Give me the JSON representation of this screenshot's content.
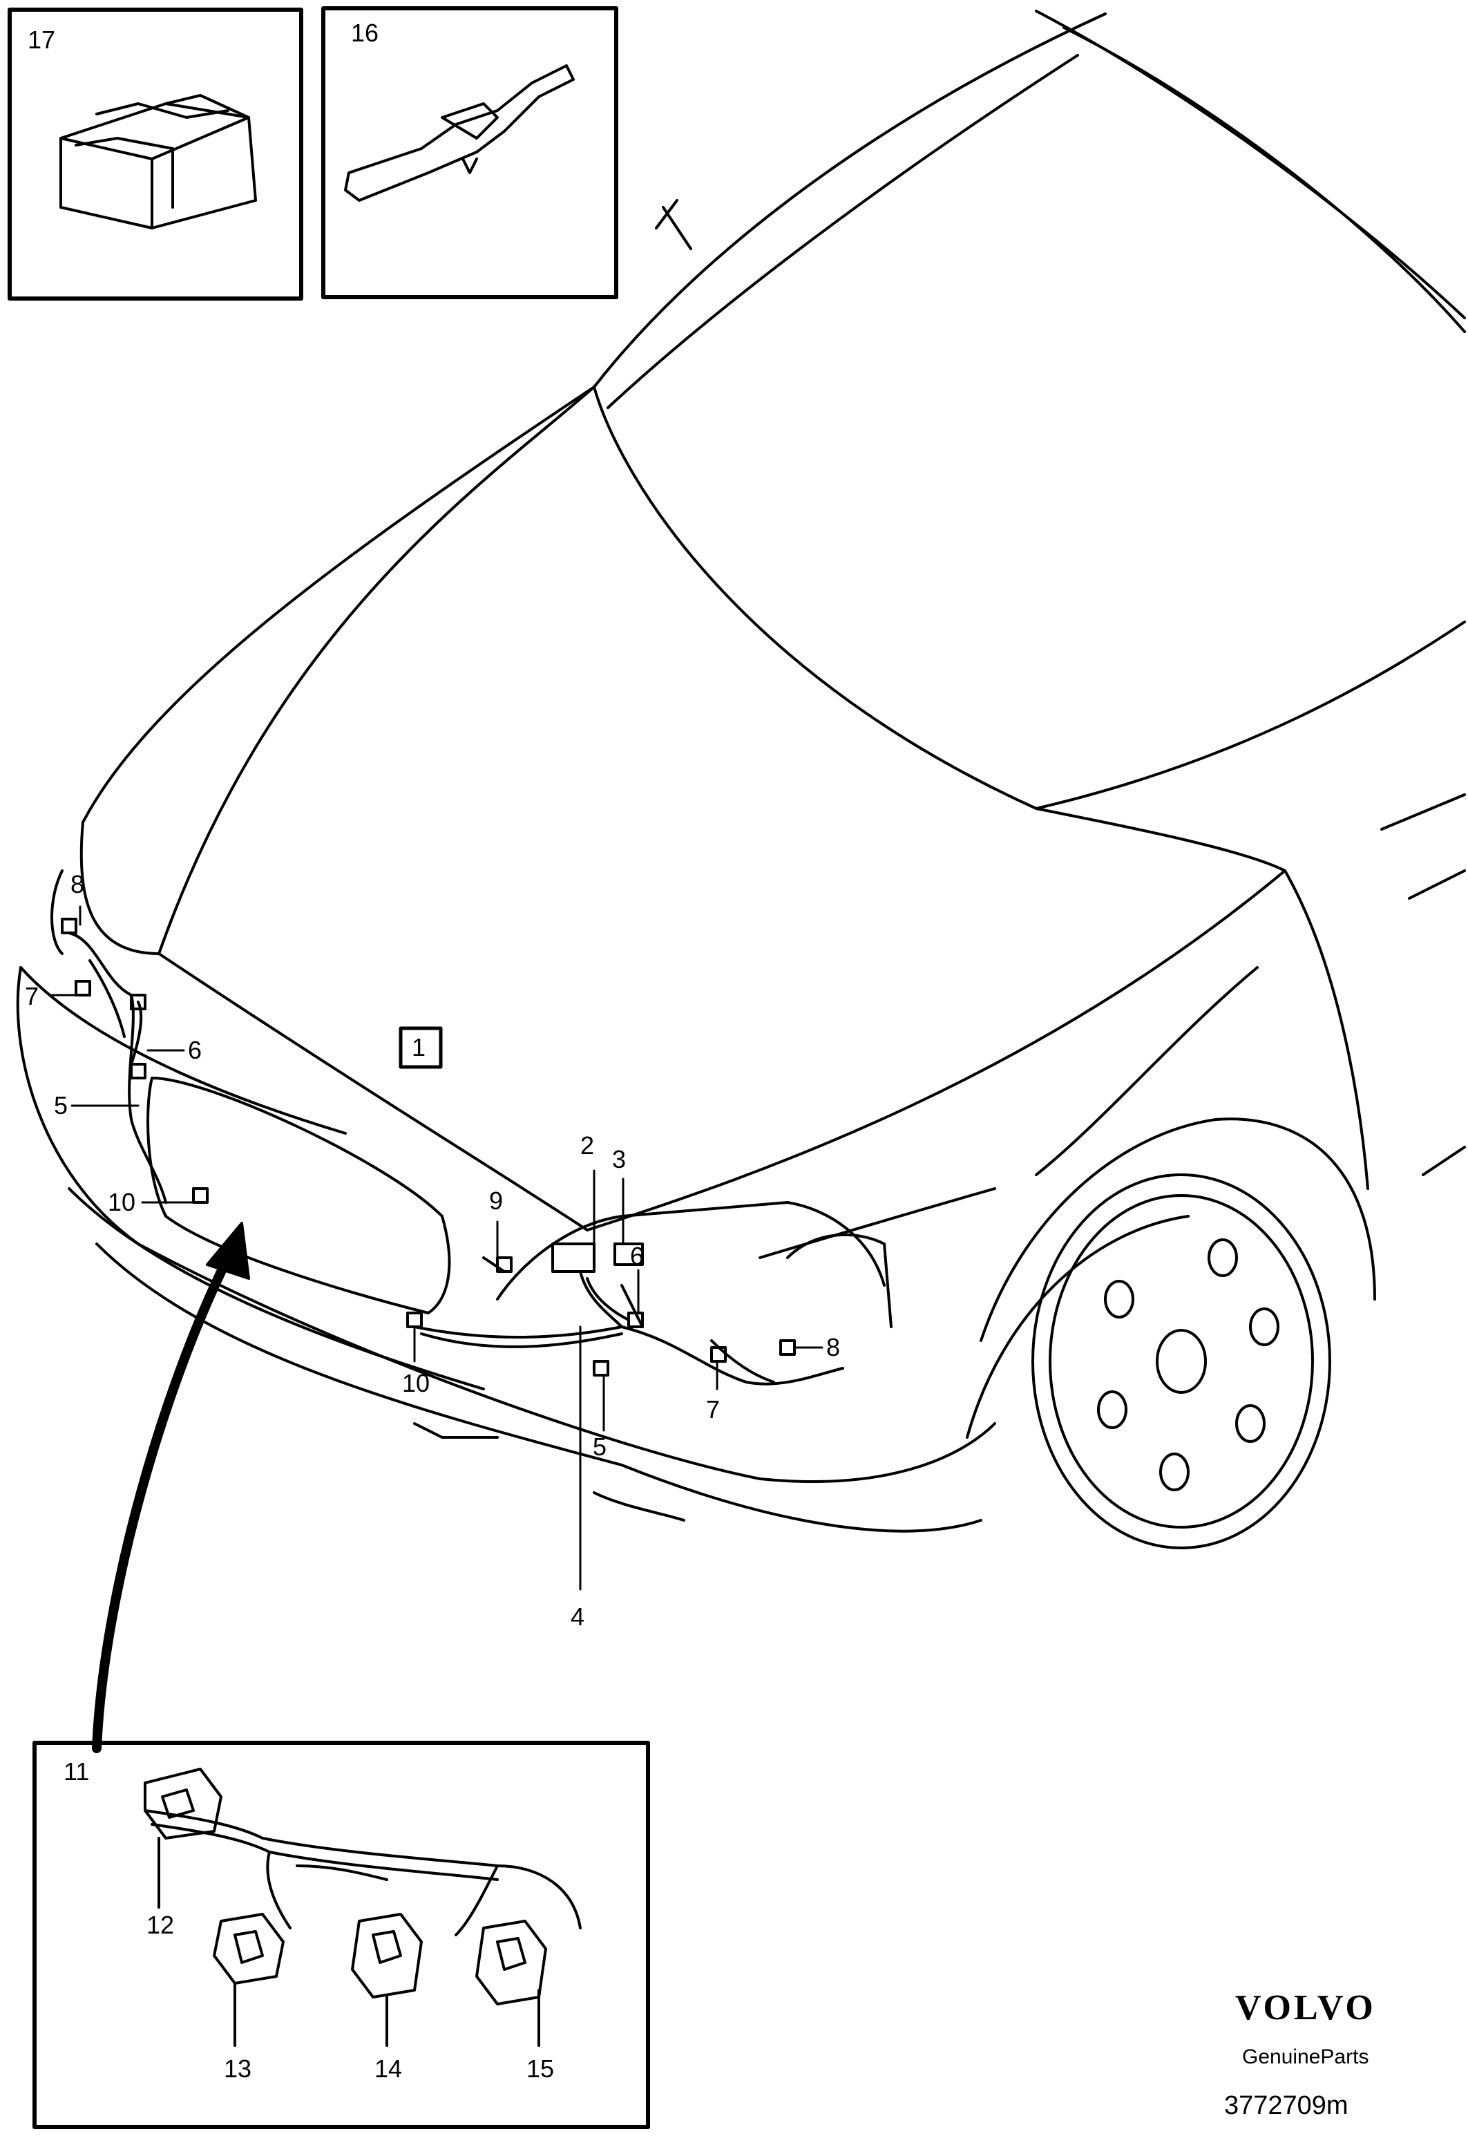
{
  "callouts": {
    "c1": "1",
    "c2": "2",
    "c3": "3",
    "c4": "4",
    "c5a": "5",
    "c5b": "5",
    "c6a": "6",
    "c6b": "6",
    "c7a": "7",
    "c7b": "7",
    "c8a": "8",
    "c8b": "8",
    "c9": "9",
    "c10a": "10",
    "c10b": "10",
    "c11": "11",
    "c12": "12",
    "c13": "13",
    "c14": "14",
    "c15": "15",
    "c16": "16",
    "c17": "17"
  },
  "brand": {
    "logo": "VOLVO",
    "tagline": "GenuineParts",
    "code": "3772709m"
  }
}
